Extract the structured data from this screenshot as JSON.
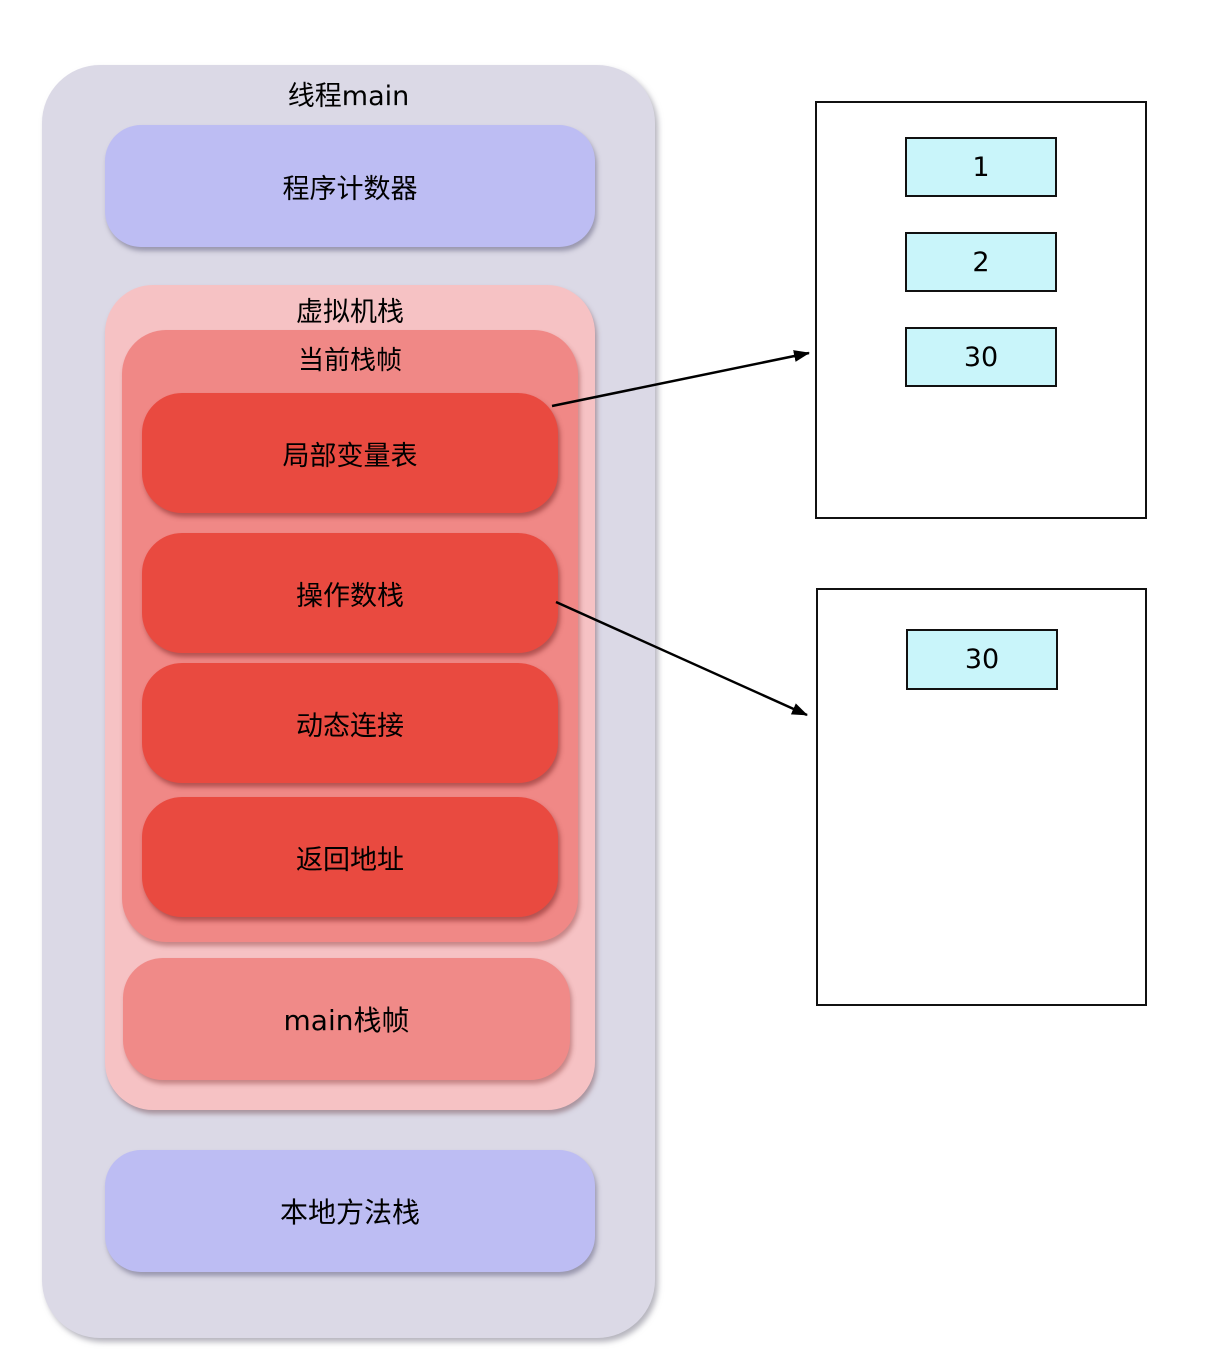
{
  "colors": {
    "thread_container_bg": "#dbd9e6",
    "program_counter_bg": "#bdbdf3",
    "native_stack_bg": "#bdbdf3",
    "vm_stack_bg": "#f6c2c4",
    "current_frame_bg": "#f08886",
    "main_frame_bg": "#f08a88",
    "slot_bg": "#e94a40",
    "cell_bg": "#c9f5fa",
    "panel_border": "#111111",
    "arrow": "#000000",
    "text": "#000000"
  },
  "thread": {
    "title": "线程main",
    "program_counter_label": "程序计数器",
    "vm_stack": {
      "title": "虚拟机栈",
      "current_frame": {
        "title": "当前栈帧",
        "slots": [
          {
            "label": "局部变量表"
          },
          {
            "label": "操作数栈"
          },
          {
            "label": "动态连接"
          },
          {
            "label": "返回地址"
          }
        ]
      },
      "main_frame_label": "main栈帧"
    },
    "native_stack_label": "本地方法栈"
  },
  "panels": {
    "local_variable_table": {
      "cells": [
        "1",
        "2",
        "30"
      ]
    },
    "operand_stack": {
      "cells": [
        "30"
      ]
    }
  }
}
